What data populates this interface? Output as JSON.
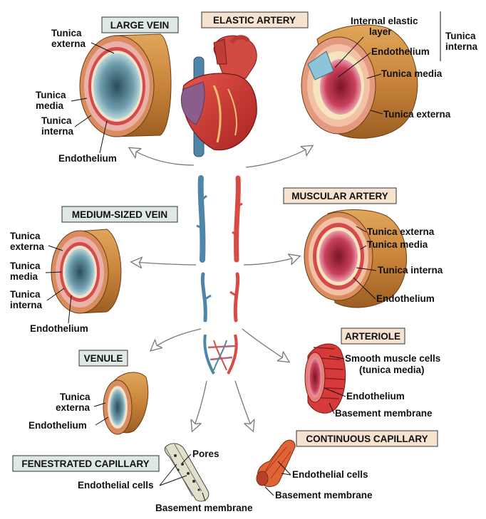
{
  "colors": {
    "vein_blue": "#4f86a8",
    "artery_red": "#d8443e",
    "externa_orange": "#c88a3e",
    "media_pink": "#e8a0a0",
    "box_fill": "#f6e3cf",
    "box_fill_green": "#dfe9e3"
  },
  "titles": {
    "large_vein": "LARGE VEIN",
    "elastic_artery": "ELASTIC ARTERY",
    "medium_vein": "MEDIUM-SIZED VEIN",
    "muscular_artery": "MUSCULAR ARTERY",
    "venule": "VENULE",
    "arteriole": "ARTERIOLE",
    "fenestrated_capillary": "FENESTRATED CAPILLARY",
    "continuous_capillary": "CONTINUOUS CAPILLARY"
  },
  "large_vein": {
    "externa_1": "Tunica",
    "externa_2": "externa",
    "media_1": "Tunica",
    "media_2": "media",
    "interna_1": "Tunica",
    "interna_2": "interna",
    "endothelium": "Endothelium"
  },
  "elastic_artery": {
    "iel_1": "Internal elastic",
    "iel_2": "layer",
    "endothelium": "Endothelium",
    "tunica_interna_1": "Tunica",
    "tunica_interna_2": "interna",
    "media": "Tunica media",
    "externa": "Tunica externa"
  },
  "medium_vein": {
    "externa_1": "Tunica",
    "externa_2": "externa",
    "media_1": "Tunica",
    "media_2": "media",
    "interna_1": "Tunica",
    "interna_2": "interna",
    "endothelium": "Endothelium"
  },
  "muscular_artery": {
    "externa": "Tunica externa",
    "media": "Tunica media",
    "interna": "Tunica interna",
    "endothelium": "Endothelium"
  },
  "venule": {
    "externa_1": "Tunica",
    "externa_2": "externa",
    "endothelium": "Endothelium"
  },
  "arteriole": {
    "smooth_1": "Smooth muscle cells",
    "smooth_2": "(tunica media)",
    "endothelium": "Endothelium",
    "basement": "Basement membrane"
  },
  "fenestrated": {
    "pores": "Pores",
    "endothelial": "Endothelial cells",
    "basement": "Basement membrane"
  },
  "continuous": {
    "endothelial": "Endothelial cells",
    "basement": "Basement membrane"
  }
}
